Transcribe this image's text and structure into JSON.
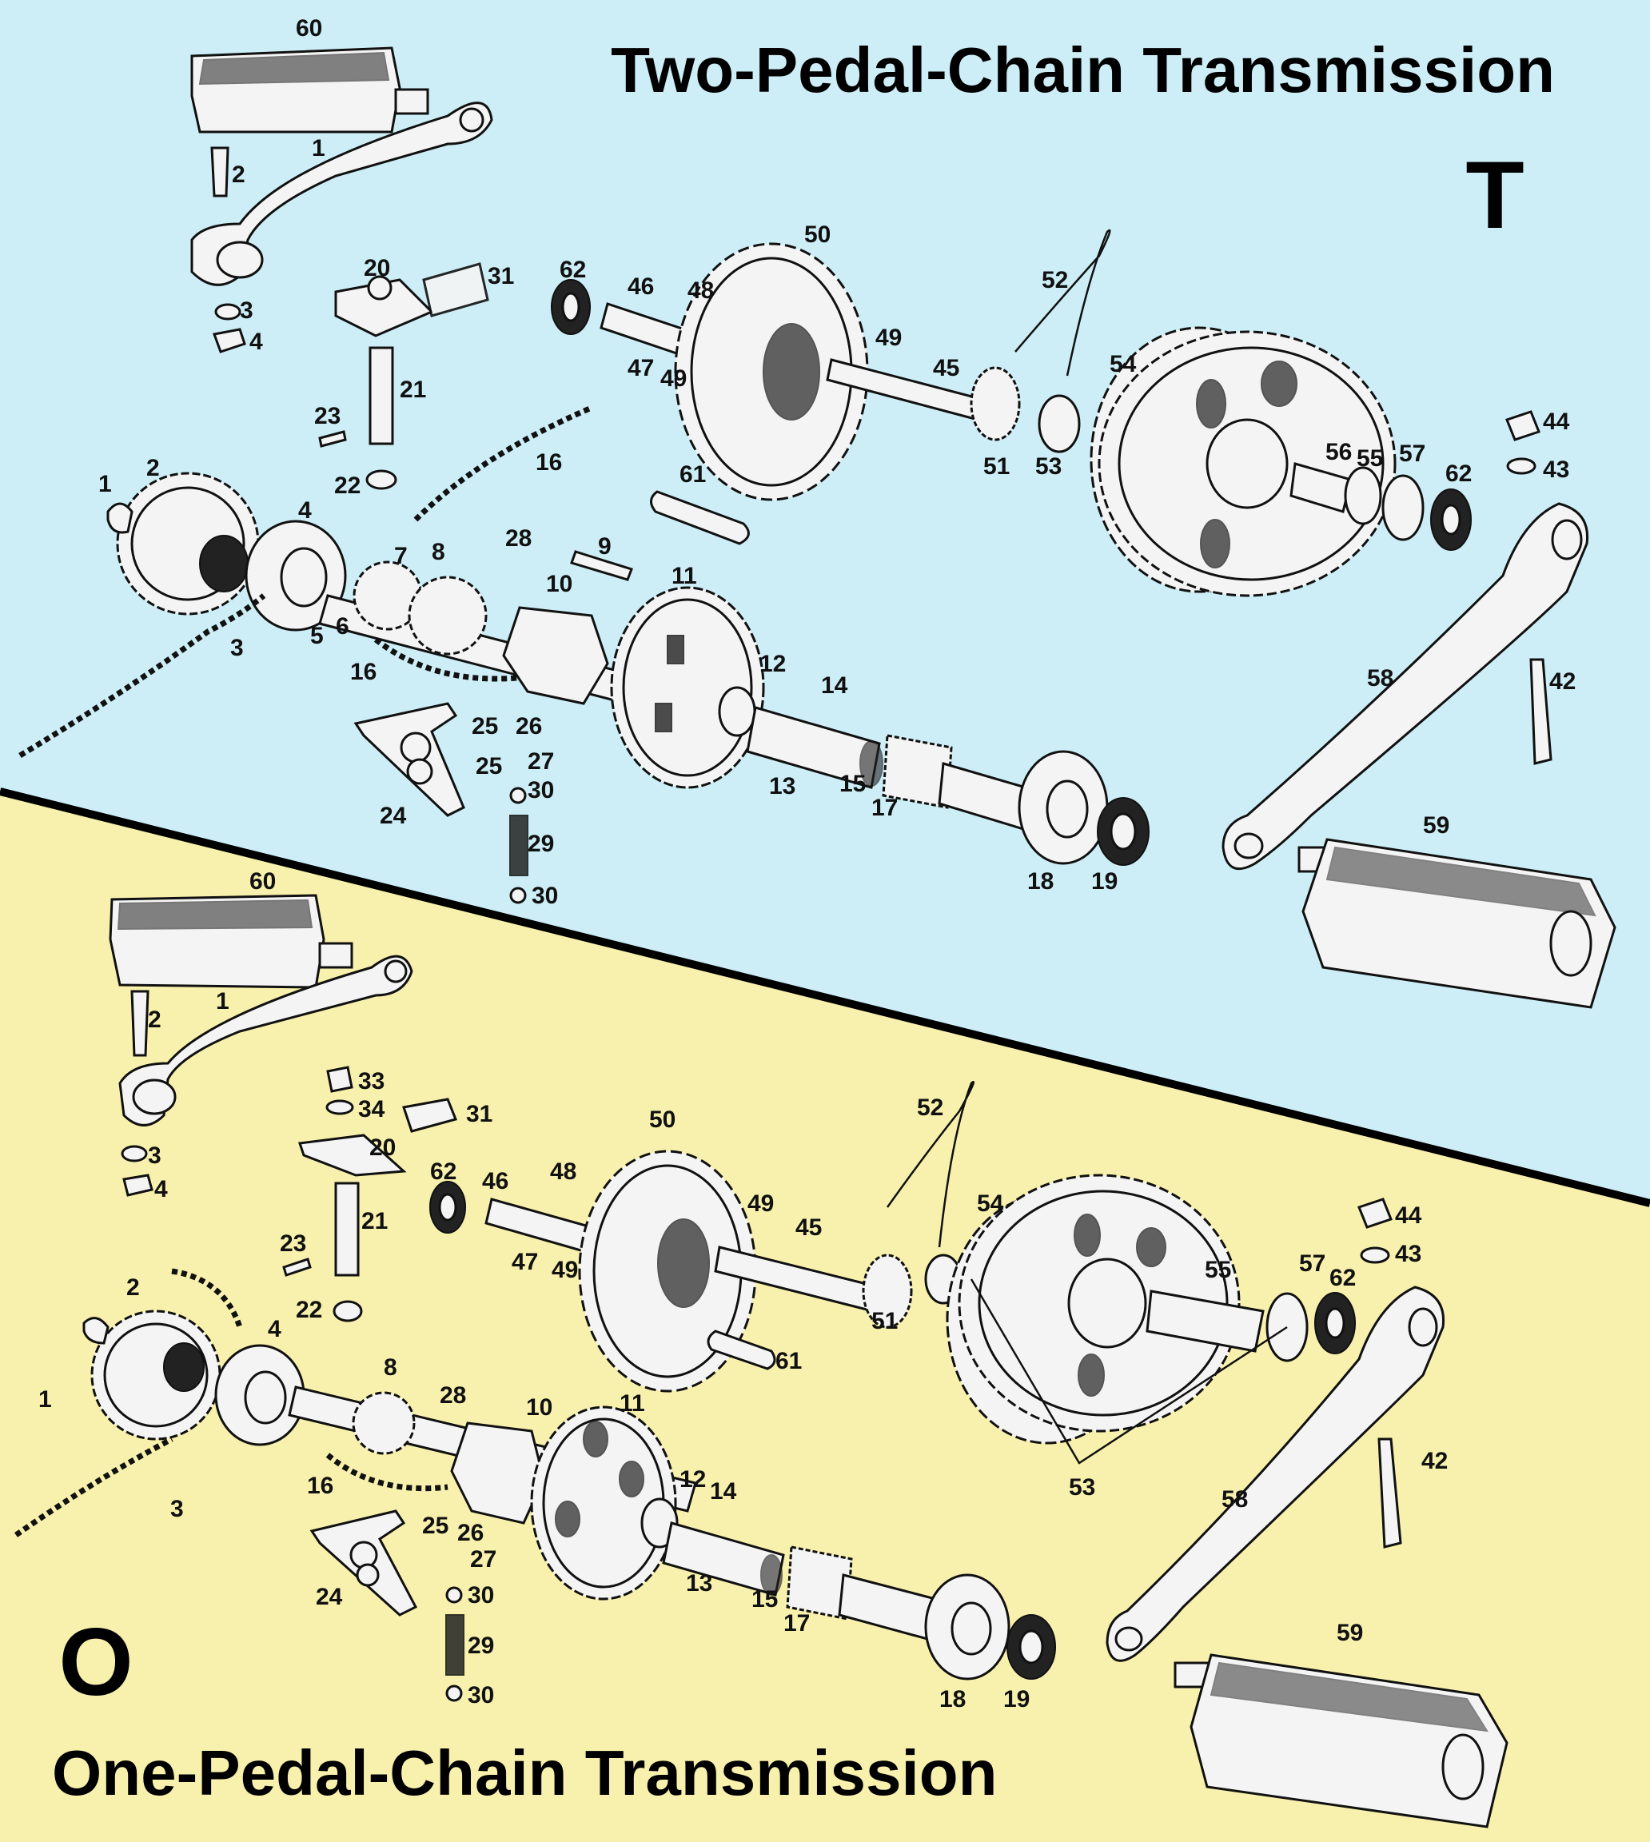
{
  "panels": {
    "top": {
      "title": "Two-Pedal-Chain Transmission",
      "letter": "T",
      "background": "#cdeef6",
      "callouts": [
        "60",
        "1",
        "2",
        "3",
        "4",
        "20",
        "31",
        "21",
        "23",
        "22",
        "16",
        "62",
        "46",
        "48",
        "50",
        "47",
        "49",
        "49",
        "45",
        "52",
        "54",
        "51",
        "53",
        "56",
        "55",
        "57",
        "62",
        "44",
        "43",
        "1",
        "2",
        "4",
        "3",
        "5",
        "6",
        "7",
        "8",
        "28",
        "9",
        "16",
        "10",
        "11",
        "12",
        "14",
        "61",
        "25",
        "26",
        "27",
        "25",
        "24",
        "30",
        "29",
        "30",
        "13",
        "15",
        "17",
        "18",
        "19",
        "58",
        "42",
        "59"
      ]
    },
    "bottom": {
      "title": "One-Pedal-Chain Transmission",
      "letter": "O",
      "background": "#f8f1ad",
      "callouts": [
        "60",
        "2",
        "1",
        "3",
        "4",
        "33",
        "34",
        "31",
        "20",
        "21",
        "23",
        "22",
        "62",
        "46",
        "48",
        "50",
        "47",
        "49",
        "49",
        "45",
        "52",
        "54",
        "51",
        "55",
        "57",
        "62",
        "44",
        "43",
        "2",
        "4",
        "1",
        "3",
        "8",
        "28",
        "10",
        "11",
        "16",
        "12",
        "14",
        "25",
        "26",
        "27",
        "24",
        "30",
        "29",
        "30",
        "13",
        "15",
        "17",
        "18",
        "19",
        "53",
        "58",
        "42",
        "59",
        "61"
      ]
    }
  },
  "colors": {
    "divider": "#000000",
    "ink": "#111111"
  },
  "icons": [
    "pedal-icon",
    "crank-arm-icon",
    "sprocket-icon",
    "gear-icon",
    "chain-icon",
    "bearing-icon",
    "shaft-icon"
  ]
}
